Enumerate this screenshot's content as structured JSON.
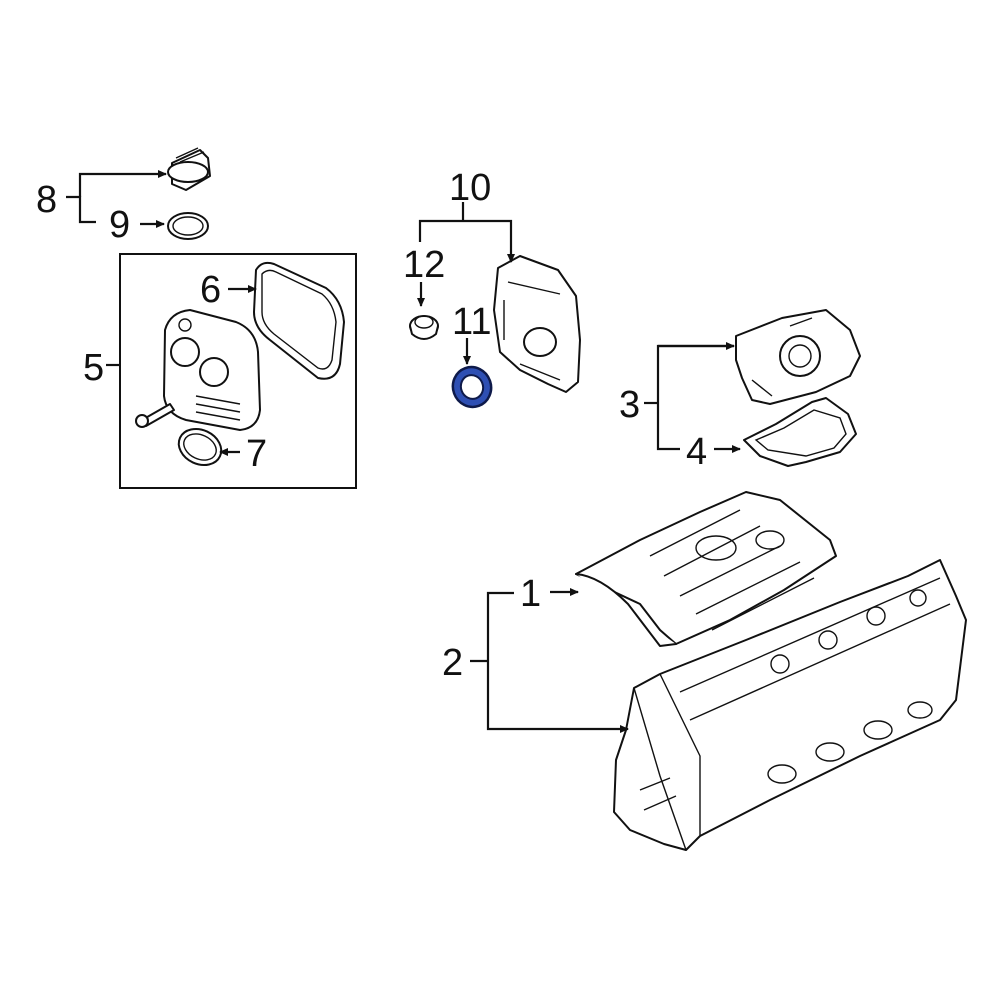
{
  "callouts": {
    "c1": "1",
    "c2": "2",
    "c3": "3",
    "c4": "4",
    "c5": "5",
    "c6": "6",
    "c7": "7",
    "c8": "8",
    "c9": "9",
    "c10": "10",
    "c11": "11",
    "c12": "12"
  },
  "highlight_color": "#2e4fb3",
  "highlighted_part": "11"
}
